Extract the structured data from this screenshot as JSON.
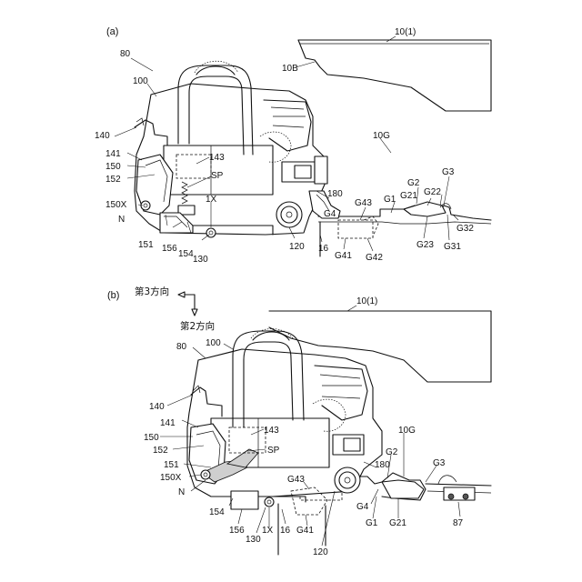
{
  "panel_a": {
    "letter": "(a)",
    "labels": {
      "l80": "80",
      "l100": "100",
      "l10_1": "10(1)",
      "l10B": "10B",
      "l10G": "10G",
      "l140": "140",
      "l141": "141",
      "l150": "150",
      "l152": "152",
      "l143": "143",
      "lSP": "SP",
      "l150X": "150X",
      "lN": "N",
      "l1X": "1X",
      "l180": "180",
      "l151": "151",
      "l156": "156",
      "l154": "154",
      "l130": "130",
      "l120": "120",
      "l16": "16",
      "lG4": "G4",
      "lG43": "G43",
      "lG1": "G1",
      "lG41": "G41",
      "lG42": "G42",
      "lG2": "G2",
      "lG21": "G21",
      "lG22": "G22",
      "lG3": "G3",
      "lG23": "G23",
      "lG31": "G31",
      "lG32": "G32"
    }
  },
  "panel_b": {
    "letter": "(b)",
    "direction_3": "第3方向",
    "direction_2": "第2方向",
    "labels": {
      "l10_1": "10(1)",
      "l80": "80",
      "l100": "100",
      "l140": "140",
      "l141": "141",
      "l150": "150",
      "l152": "152",
      "l143": "143",
      "lSP": "SP",
      "l151": "151",
      "l150X": "150X",
      "lN": "N",
      "l154": "154",
      "l156": "156",
      "l130": "130",
      "l1X": "1X",
      "l16": "16",
      "lG41": "G41",
      "l120": "120",
      "lG43": "G43",
      "l10G": "10G",
      "lG2": "G2",
      "lG3": "G3",
      "l180": "180",
      "lG4": "G4",
      "lG1": "G1",
      "lG21": "G21",
      "l87": "87"
    }
  }
}
